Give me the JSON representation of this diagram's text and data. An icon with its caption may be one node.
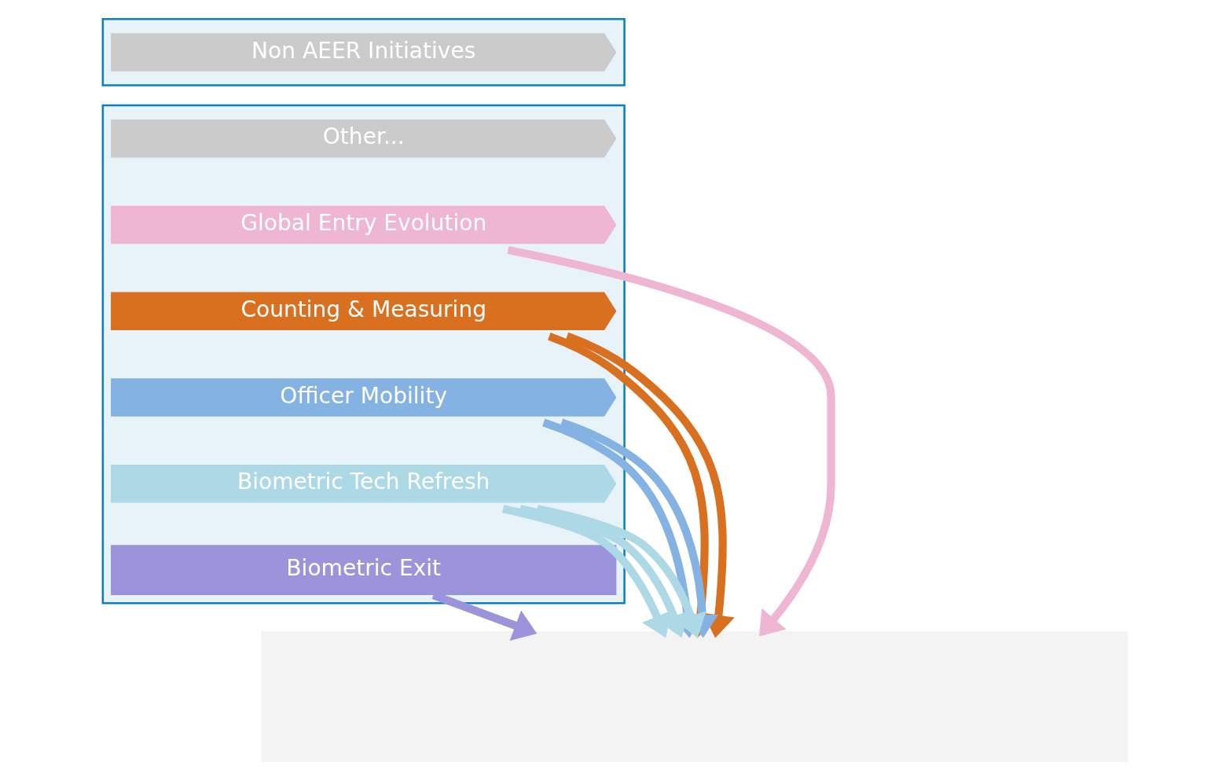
{
  "diagram": {
    "nodes": [
      {
        "text": [],
        "shape": "box"
      },
      {
        "text": [
          "Non AEER Initiatives"
        ],
        "in": 0
      },
      {
        "text": [],
        "shape": "box"
      },
      {
        "text": [
          "Other..."
        ],
        "in": 2
      },
      {
        "text": [
          "Global Entry Evolution"
        ],
        "in": 2
      },
      {
        "text": [
          "Counting & Measuring"
        ],
        "in": 2
      },
      {
        "text": [
          "Officer Mobility"
        ],
        "in": 2
      },
      {
        "text": [
          "Biometric Tech Refresh"
        ],
        "in": 2
      },
      {
        "text": [
          "Biometric Exit"
        ],
        "in": 2
      },
      {
        "text": [],
        "shape": "box"
      }
    ],
    "edges": [
      {
        "from": 8,
        "to": 9,
        "arrow": "to",
        "color": "#9b94db"
      },
      {
        "from": 7,
        "to": 9,
        "arrow": "to",
        "color": "#add8e6"
      },
      {
        "from": 5,
        "to": 9,
        "arrow": "to",
        "color": "#d97020"
      },
      {
        "from": 7,
        "to": 9,
        "arrow": "to",
        "color": "#add8e6"
      },
      {
        "from": 6,
        "to": 9,
        "arrow": "to",
        "color": "#84b3e3"
      },
      {
        "from": 5,
        "to": 9,
        "arrow": "to",
        "color": "#d97020"
      },
      {
        "from": 7,
        "to": 9,
        "arrow": "to",
        "color": "#add8e6"
      },
      {
        "from": 6,
        "to": 9,
        "arrow": "to",
        "color": "#84b3e3"
      },
      {
        "from": 4,
        "to": 9,
        "arrow": "to",
        "color": "#eeb6d3"
      }
    ]
  }
}
